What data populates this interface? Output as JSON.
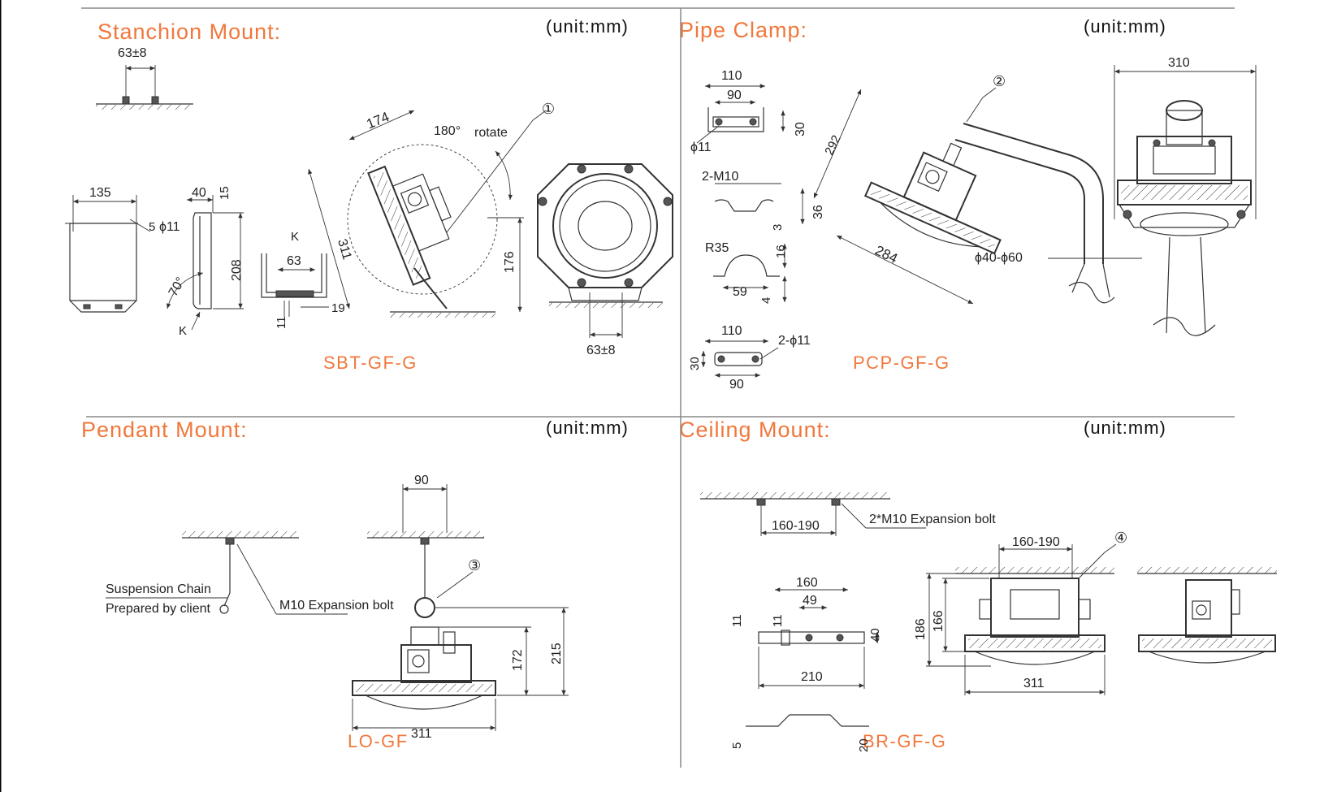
{
  "quadrants": {
    "stanchion": {
      "title": "Stanchion Mount:",
      "unit": "(unit:mm)",
      "model": "SBT-GF-G"
    },
    "pipe": {
      "title": "Pipe  Clamp:",
      "unit": "(unit:mm)",
      "model": "PCP-GF-G"
    },
    "pendant": {
      "title": "Pendant Mount:",
      "unit": "(unit:mm)",
      "model": "LO-GF"
    },
    "ceiling": {
      "title": "Ceiling Mount:",
      "unit": "(unit:mm)",
      "model": "BR-GF-G"
    }
  },
  "labels": {
    "stanchion": {
      "d63_8_top": "63±8",
      "d174": "174",
      "d180": "180°",
      "rotate": "rotate",
      "c1": "①",
      "d135": "135",
      "d40": "40",
      "d15": "15",
      "d5": "5",
      "phi11": "ϕ11",
      "d208": "208",
      "d70": "70°",
      "k1": "K",
      "k2": "K",
      "d63": "63",
      "d311": "311",
      "d176": "176",
      "d11": "11",
      "d19": "19",
      "d63_8_bottom": "63±8"
    },
    "pipe": {
      "d110_top": "110",
      "d90_top": "90",
      "d30_top": "30",
      "phi11": "ϕ11",
      "c2": "②",
      "d292": "292",
      "d310": "310",
      "m10": "2-M10",
      "d36": "36",
      "d3": "3",
      "r35": "R35",
      "d16": "16",
      "d59": "59",
      "d4": "4",
      "d284": "284",
      "phi40_60": "ϕ40-ϕ60",
      "d110_bot": "110",
      "phi11_2": "2-ϕ11",
      "d30_bot": "30",
      "d90_bot": "90"
    },
    "pendant": {
      "d90": "90",
      "c3": "③",
      "chain1": "Suspension Chain",
      "chain2": "Prepared by client",
      "bolt": "M10 Expansion bolt",
      "d172": "172",
      "d215": "215",
      "d311": "311"
    },
    "ceiling": {
      "d160_190_a": "160-190",
      "bolt": "2*M10 Expansion bolt",
      "d160_190_b": "160-190",
      "c4": "④",
      "d160": "160",
      "d49": "49",
      "d11a": "11",
      "d11b": "11",
      "d40": "40",
      "d186": "186",
      "d166": "166",
      "d210": "210",
      "d311": "311",
      "d5": "5",
      "d20": "20"
    }
  },
  "colors": {
    "heading": "#f0783c",
    "line": "#333333"
  }
}
